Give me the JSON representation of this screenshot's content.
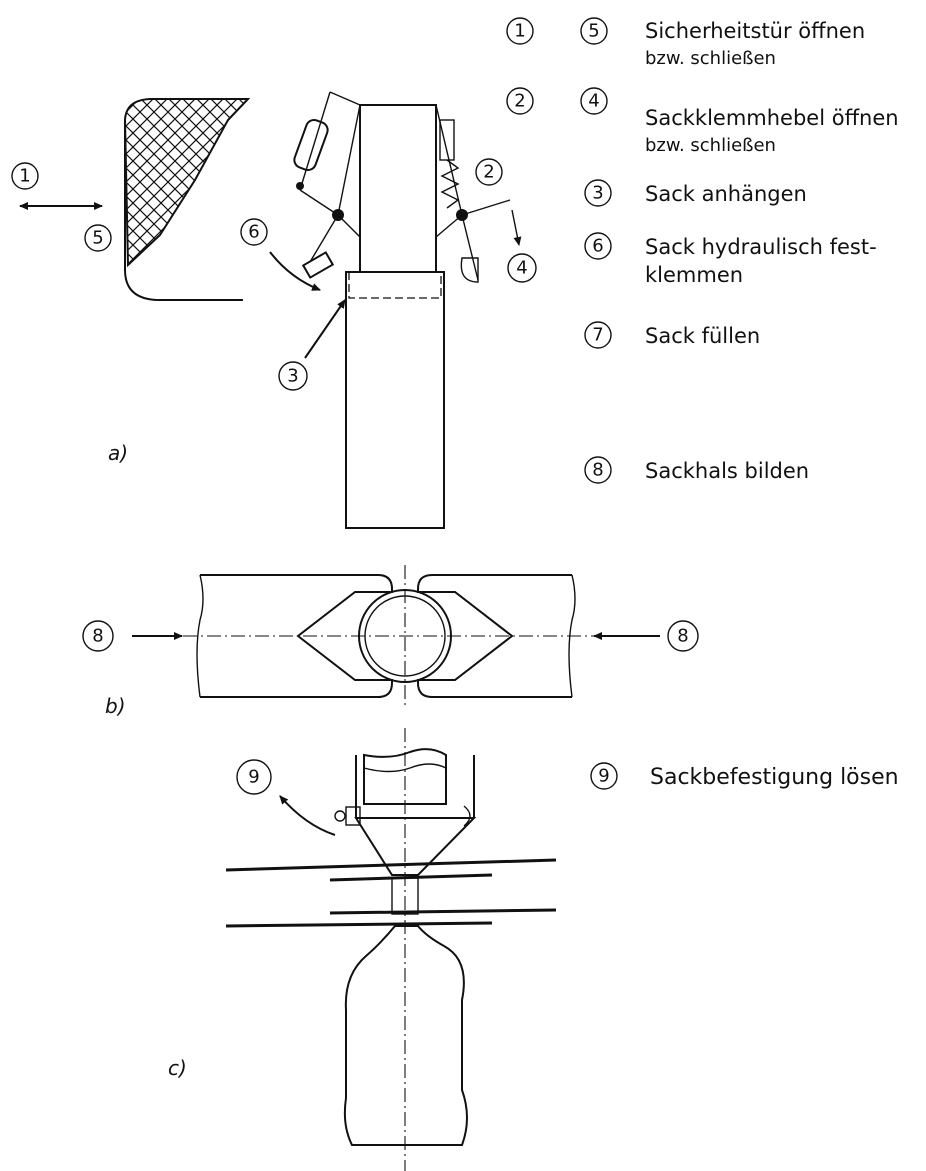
{
  "legend": [
    {
      "nums": [
        "1",
        "5"
      ],
      "lines": [
        "Sicherheitstür öffnen",
        "bzw. schließen"
      ]
    },
    {
      "nums": [
        "2",
        "4"
      ],
      "lines": [
        "Sackklemmhebel öffnen",
        "bzw. schließen"
      ]
    },
    {
      "nums": [
        "3"
      ],
      "lines": [
        "Sack anhängen"
      ]
    },
    {
      "nums": [
        "6"
      ],
      "lines": [
        "Sack hydraulisch fest-",
        "klemmen"
      ]
    },
    {
      "nums": [
        "7"
      ],
      "lines": [
        "Sack füllen"
      ]
    },
    {
      "nums": [
        "8"
      ],
      "lines": [
        "Sackhals bilden"
      ]
    },
    {
      "nums": [
        "9"
      ],
      "lines": [
        "Sackbefestigung lösen"
      ]
    }
  ],
  "panels": {
    "a": "a)",
    "b": "b)",
    "c": "c)"
  },
  "callouts": {
    "a_1": "1",
    "a_5": "5",
    "a_6": "6",
    "a_3": "3",
    "a_2": "2",
    "a_4": "4",
    "b_8_left": "8",
    "b_8_right": "8",
    "c_9": "9"
  }
}
